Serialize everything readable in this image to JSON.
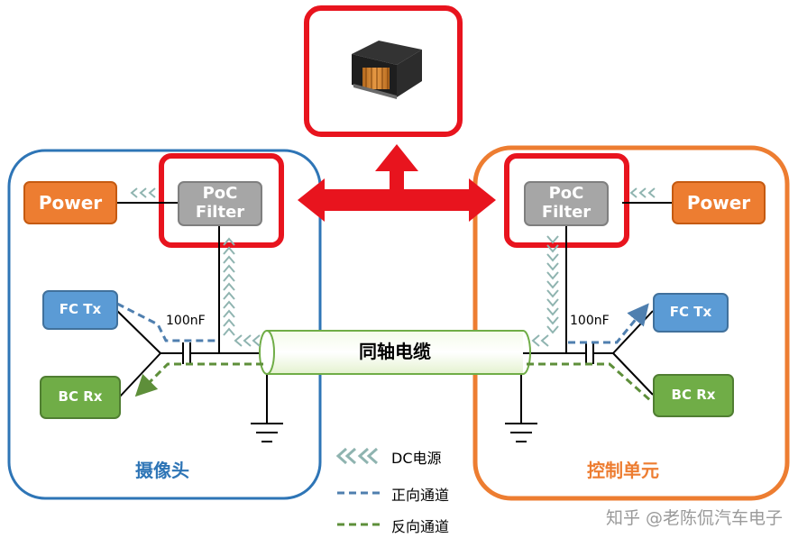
{
  "camera": {
    "title": "摄像头",
    "power_label": "Power",
    "poc_label": [
      "PoC",
      "Filter"
    ],
    "fctx_label": "FC Tx",
    "bcrx_label": "BC Rx",
    "cap_label": "100nF",
    "border_color": "#2E75B6"
  },
  "control": {
    "title": "控制单元",
    "power_label": "Power",
    "poc_label": [
      "PoC",
      "Filter"
    ],
    "fctx_label": "FC Tx",
    "bcrx_label": "BC Rx",
    "cap_label": "100nF",
    "border_color": "#ED7D31"
  },
  "cable": {
    "label": "同轴电缆"
  },
  "legend": {
    "dc_label": "DC电源",
    "forward_label": "正向通道",
    "reverse_label": "反向通道",
    "dc_color": "#8FB4B0",
    "forward_color": "#4F7FAF",
    "reverse_color": "#5E8F3A"
  },
  "highlight_color": "#E8141E",
  "watermark": "知乎 @老陈侃汽车电子"
}
